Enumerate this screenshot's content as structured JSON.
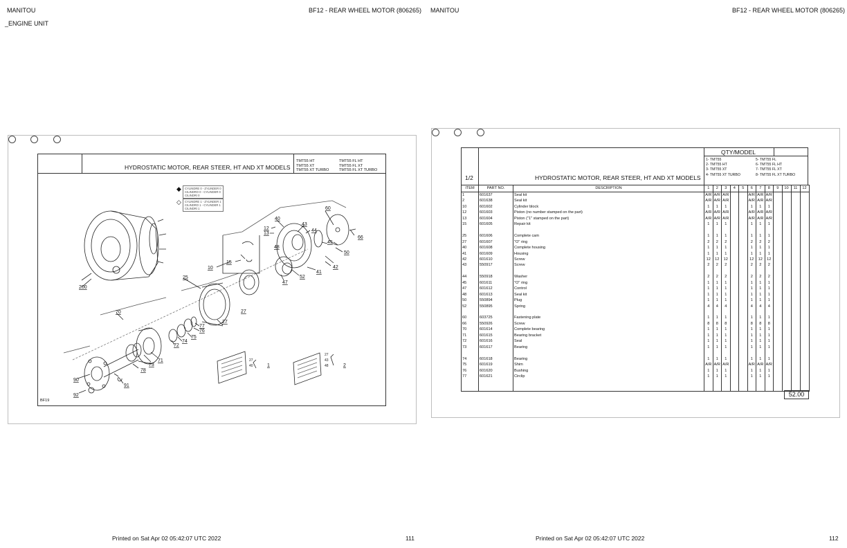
{
  "header": {
    "left_brand": "MANITOU",
    "left_title": "BF12 - REAR WHEEL MOTOR (806265)",
    "left_section": "_ENGINE UNIT",
    "right_brand": "MANITOU",
    "right_title": "BF12 - REAR WHEEL MOTOR (806265)"
  },
  "footer": {
    "left_printed": "Printed on  Sat Apr 02 05:42:07 UTC 2022",
    "left_page": "111",
    "right_printed": "Printed on  Sat Apr 02 05:42:07 UTC 2022",
    "right_page": "112"
  },
  "drawing": {
    "title": "HYDROSTATIC MOTOR, REAR STEER, HT AND XT MODELS",
    "models_col1": [
      "TMT55 HT",
      "TMT55 XT",
      "TMT55 XT TURBO"
    ],
    "models_col2": [
      "TMT55 FL HT",
      "TMT55 FL XT",
      "TMT55 FL XT TURBO"
    ],
    "legend_filled": [
      "CYLINDRE 0 - ZYLINDER 0",
      "CILINDRO 0 - CYLINDER 0",
      "CILINDRI 0"
    ],
    "legend_open": [
      "CYLINDRE 1 - ZYLINDER 1",
      "CILINDRO 1 - CYLINDER 1",
      "CILINDRI 1"
    ],
    "ref": "BF19",
    "callouts": [
      "200",
      "70",
      "25",
      "10",
      "15",
      "12",
      "13",
      "40",
      "43",
      "44",
      "48",
      "60",
      "66",
      "50",
      "45",
      "42",
      "41",
      "52",
      "47",
      "27",
      "77",
      "76",
      "75",
      "74",
      "72",
      "73",
      "71",
      "78",
      "90",
      "91",
      "92",
      "1",
      "2"
    ],
    "plate1_refs": [
      "27",
      "40"
    ],
    "plate2_refs": [
      "27",
      "43",
      "48"
    ]
  },
  "parts": {
    "sheet_number": "1/2",
    "title": "HYDROSTATIC MOTOR, REAR STEER, HT AND XT MODELS",
    "qty_header": "QTY/MODEL",
    "models_left": [
      "1- TMT55",
      "2- TMT55 HT",
      "3- TMT55 XT",
      "4- TMT55 XT TURBO"
    ],
    "models_right": [
      "5- TMT55 FL",
      "6- TMT55 FL HT",
      "7- TMT55 FL XT",
      "8- TMT55 FL XT TURBO"
    ],
    "col_item": "ITEM",
    "col_part": "PART NO.",
    "col_desc": "DESCRIPTION",
    "qty_cols": [
      "1",
      "2",
      "3",
      "4",
      "5",
      "6",
      "7",
      "8",
      "9",
      "10",
      "11",
      "12"
    ],
    "rows": [
      {
        "item": "1",
        "part": "601637",
        "desc": "Seal kit",
        "q": [
          "",
          "A/R",
          "A/R",
          "A/R",
          "",
          "",
          "A/R",
          "A/R",
          "A/R",
          "",
          "",
          "",
          ""
        ]
      },
      {
        "item": "2",
        "part": "601638",
        "desc": "Seal kit",
        "q": [
          "",
          "A/R",
          "A/R",
          "A/R",
          "",
          "",
          "A/R",
          "A/R",
          "A/R",
          "",
          "",
          "",
          ""
        ]
      },
      {
        "item": "10",
        "part": "601602",
        "desc": "Cylinder block",
        "q": [
          "",
          "1",
          "1",
          "1",
          "",
          "",
          "1",
          "1",
          "1",
          "",
          "",
          "",
          ""
        ]
      },
      {
        "item": "12",
        "part": "601603",
        "desc": "Piston (no number stamped on the part)",
        "q": [
          "",
          "A/R",
          "A/R",
          "A/R",
          "",
          "",
          "A/R",
          "A/R",
          "A/R",
          "",
          "",
          "",
          ""
        ]
      },
      {
        "item": "13",
        "part": "601604",
        "desc": "Piston (\"1\" stamped on the part)",
        "q": [
          "",
          "A/R",
          "A/R",
          "A/R",
          "",
          "",
          "A/R",
          "A/R",
          "A/R",
          "",
          "",
          "",
          ""
        ]
      },
      {
        "item": "15",
        "part": "601605",
        "desc": "Repair kit",
        "q": [
          "",
          "1",
          "1",
          "1",
          "",
          "",
          "1",
          "1",
          "1",
          "",
          "",
          "",
          ""
        ]
      },
      {
        "item": "",
        "part": "",
        "desc": "",
        "q": [
          "",
          "",
          "",
          "",
          "",
          "",
          "",
          "",
          "",
          "",
          "",
          "",
          ""
        ]
      },
      {
        "item": "25",
        "part": "601606",
        "desc": "Complete cam",
        "q": [
          "",
          "1",
          "1",
          "1",
          "",
          "",
          "1",
          "1",
          "1",
          "",
          "",
          "",
          ""
        ]
      },
      {
        "item": "27",
        "part": "601607",
        "desc": "\"O\" ring",
        "q": [
          "",
          "2",
          "2",
          "2",
          "",
          "",
          "2",
          "2",
          "2",
          "",
          "",
          "",
          ""
        ]
      },
      {
        "item": "40",
        "part": "601608",
        "desc": "Complete housing",
        "q": [
          "",
          "1",
          "1",
          "1",
          "",
          "",
          "1",
          "1",
          "1",
          "",
          "",
          "",
          ""
        ]
      },
      {
        "item": "41",
        "part": "601609",
        "desc": "Housing",
        "q": [
          "",
          "1",
          "1",
          "1",
          "",
          "",
          "1",
          "1",
          "1",
          "",
          "",
          "",
          ""
        ]
      },
      {
        "item": "42",
        "part": "601610",
        "desc": "Screw",
        "q": [
          "",
          "12",
          "12",
          "12",
          "",
          "",
          "12",
          "12",
          "12",
          "",
          "",
          "",
          ""
        ]
      },
      {
        "item": "43",
        "part": "550917",
        "desc": "Screw",
        "q": [
          "",
          "2",
          "2",
          "2",
          "",
          "",
          "2",
          "2",
          "2",
          "",
          "",
          "",
          ""
        ]
      },
      {
        "item": "",
        "part": "",
        "desc": "",
        "q": [
          "",
          "",
          "",
          "",
          "",
          "",
          "",
          "",
          "",
          "",
          "",
          "",
          ""
        ]
      },
      {
        "item": "44",
        "part": "550918",
        "desc": "Washer",
        "q": [
          "",
          "2",
          "2",
          "2",
          "",
          "",
          "2",
          "2",
          "2",
          "",
          "",
          "",
          ""
        ]
      },
      {
        "item": "45",
        "part": "601611",
        "desc": "\"O\" ring",
        "q": [
          "",
          "1",
          "1",
          "1",
          "",
          "",
          "1",
          "1",
          "1",
          "",
          "",
          "",
          ""
        ]
      },
      {
        "item": "47",
        "part": "601612",
        "desc": "Control",
        "q": [
          "",
          "1",
          "1",
          "1",
          "",
          "",
          "1",
          "1",
          "1",
          "",
          "",
          "",
          ""
        ]
      },
      {
        "item": "48",
        "part": "601613",
        "desc": "Seal kit",
        "q": [
          "",
          "1",
          "1",
          "1",
          "",
          "",
          "1",
          "1",
          "1",
          "",
          "",
          "",
          ""
        ]
      },
      {
        "item": "50",
        "part": "550894",
        "desc": "Plug",
        "q": [
          "",
          "1",
          "1",
          "1",
          "",
          "",
          "1",
          "1",
          "1",
          "",
          "",
          "",
          ""
        ]
      },
      {
        "item": "52",
        "part": "550895",
        "desc": "Spring",
        "q": [
          "",
          "4",
          "4",
          "4",
          "",
          "",
          "4",
          "4",
          "4",
          "",
          "",
          "",
          ""
        ]
      },
      {
        "item": "",
        "part": "",
        "desc": "",
        "q": [
          "",
          "",
          "",
          "",
          "",
          "",
          "",
          "",
          "",
          "",
          "",
          "",
          ""
        ]
      },
      {
        "item": "60",
        "part": "603725",
        "desc": "Fastening plate",
        "q": [
          "",
          "1",
          "1",
          "1",
          "",
          "",
          "1",
          "1",
          "1",
          "",
          "",
          "",
          ""
        ]
      },
      {
        "item": "66",
        "part": "550926",
        "desc": "Screw",
        "q": [
          "",
          "8",
          "8",
          "8",
          "",
          "",
          "8",
          "8",
          "8",
          "",
          "",
          "",
          ""
        ]
      },
      {
        "item": "70",
        "part": "601614",
        "desc": "Complete bearing",
        "q": [
          "",
          "1",
          "1",
          "1",
          "",
          "",
          "1",
          "1",
          "1",
          "",
          "",
          "",
          ""
        ]
      },
      {
        "item": "71",
        "part": "601615",
        "desc": "Bearing bracket",
        "q": [
          "",
          "1",
          "1",
          "1",
          "",
          "",
          "1",
          "1",
          "1",
          "",
          "",
          "",
          ""
        ]
      },
      {
        "item": "72",
        "part": "601616",
        "desc": "Seal",
        "q": [
          "",
          "1",
          "1",
          "1",
          "",
          "",
          "1",
          "1",
          "1",
          "",
          "",
          "",
          ""
        ]
      },
      {
        "item": "73",
        "part": "601617",
        "desc": "Bearing",
        "q": [
          "",
          "1",
          "1",
          "1",
          "",
          "",
          "1",
          "1",
          "1",
          "",
          "",
          "",
          ""
        ]
      },
      {
        "item": "",
        "part": "",
        "desc": "",
        "q": [
          "",
          "",
          "",
          "",
          "",
          "",
          "",
          "",
          "",
          "",
          "",
          "",
          ""
        ]
      },
      {
        "item": "74",
        "part": "601618",
        "desc": "Bearing",
        "q": [
          "",
          "1",
          "1",
          "1",
          "",
          "",
          "1",
          "1",
          "1",
          "",
          "",
          "",
          ""
        ]
      },
      {
        "item": "75",
        "part": "601619",
        "desc": "Shim",
        "q": [
          "",
          "A/R",
          "A/R",
          "A/R",
          "",
          "",
          "A/R",
          "A/R",
          "A/R",
          "",
          "",
          "",
          ""
        ]
      },
      {
        "item": "76",
        "part": "601620",
        "desc": "Bushing",
        "q": [
          "",
          "1",
          "1",
          "1",
          "",
          "",
          "1",
          "1",
          "1",
          "",
          "",
          "",
          ""
        ]
      },
      {
        "item": "77",
        "part": "601621",
        "desc": "Circlip",
        "q": [
          "",
          "1",
          "1",
          "1",
          "",
          "",
          "1",
          "1",
          "1",
          "",
          "",
          "",
          ""
        ]
      },
      {
        "item": "",
        "part": "",
        "desc": "",
        "q": [
          "",
          "",
          "",
          "",
          "",
          "",
          "",
          "",
          "",
          "",
          "",
          "",
          ""
        ]
      },
      {
        "item": "",
        "part": "",
        "desc": "",
        "q": [
          "",
          "",
          "",
          "",
          "",
          "",
          "",
          "",
          "",
          "",
          "",
          "",
          ""
        ]
      }
    ],
    "page_code": "52.00"
  }
}
